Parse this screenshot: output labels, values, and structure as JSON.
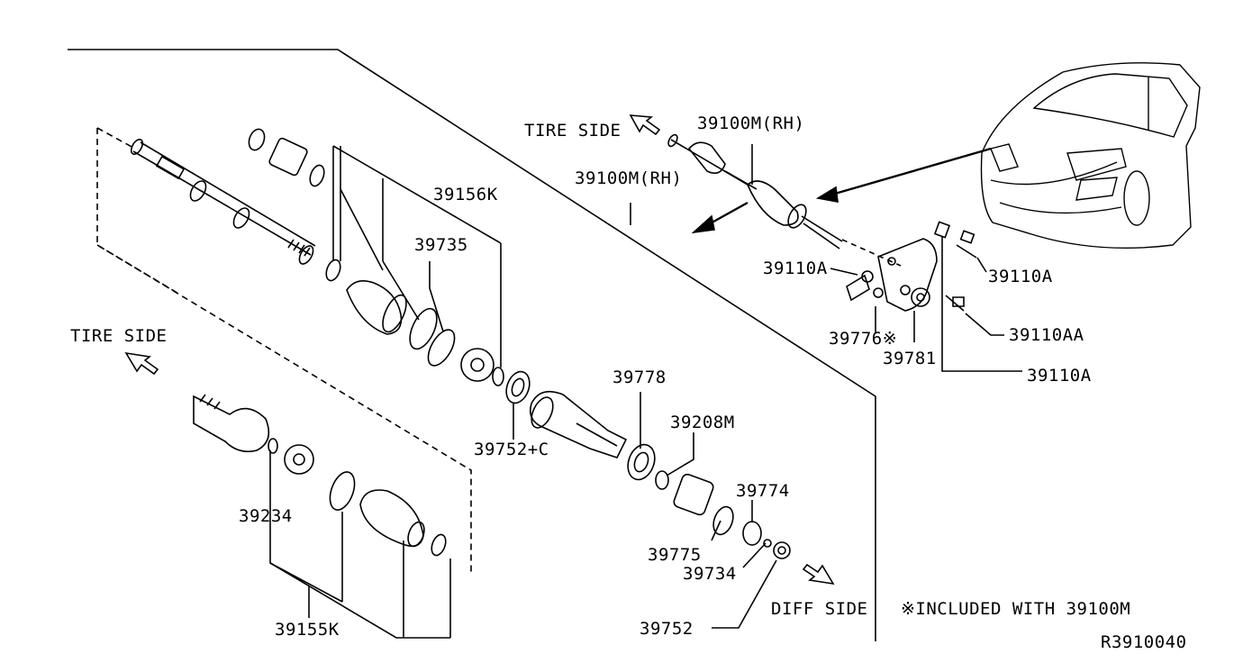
{
  "labels": {
    "p39156K": "39156K",
    "p39735": "39735",
    "tire_side_top": "TIRE SIDE",
    "p39100M_rh_top": "39100M(RH)",
    "p39100M_rh_mid": "39100M(RH)",
    "tire_side_left": "TIRE SIDE",
    "p39110A_left": "39110A",
    "p39110A_right": "39110A",
    "p39110AA": "39110AA",
    "p39776": "39776※",
    "p39781": "39781",
    "p39110A_bottom": "39110A",
    "p39778": "39778",
    "p39208M": "39208M",
    "p39752C": "39752+C",
    "p39234": "39234",
    "p39774": "39774",
    "p39775": "39775",
    "p39734": "39734",
    "p39155K": "39155K",
    "diff_side": "DIFF SIDE",
    "included_note": "※INCLUDED WITH 39100M",
    "p39752": "39752",
    "diagram_code": "R3910040"
  },
  "colors": {
    "ink": "#000000",
    "background": "#ffffff"
  },
  "icons": [
    "tire-side-arrow-icon",
    "diff-side-arrow-icon",
    "vehicle-outline-icon"
  ]
}
